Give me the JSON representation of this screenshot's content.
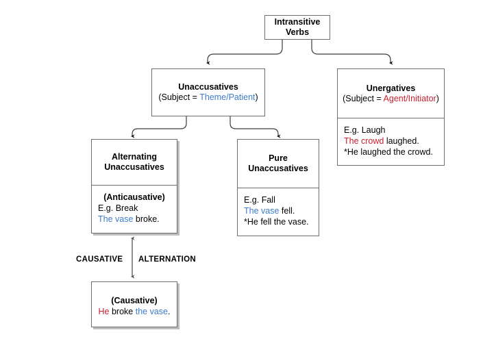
{
  "diagram": {
    "title": "Intransitive Verbs taxonomy",
    "colors": {
      "blue": "#3d7cc9",
      "red": "#c8202e",
      "box_border": "#6d6d6d",
      "shadow": "#bdbdbd"
    }
  },
  "nodes": {
    "root": {
      "title_line1": "Intransitive",
      "title_line2": "Verbs"
    },
    "unaccusatives": {
      "title_line1": "Unaccusatives",
      "subject_prefix": "(Subject = ",
      "subject_role": "Theme/Patient",
      "subject_suffix": ")"
    },
    "unergatives": {
      "title_line1": "Unergatives",
      "subject_prefix": "(Subject = ",
      "subject_role": "Agent/Initiator",
      "subject_suffix": ")",
      "example_label": "E.g. Laugh",
      "example_good_np": "The crowd",
      "example_good_rest": " laughed.",
      "example_bad": "*He laughed the crowd."
    },
    "alternating": {
      "title_line1": "Alternating",
      "title_line2": "Unaccusatives",
      "kind": "(Anticausative)",
      "example_label": "E.g. Break",
      "example_np": "The vase",
      "example_rest": " broke."
    },
    "pure": {
      "title_line1": "Pure",
      "title_line2": "Unaccusatives",
      "example_label": "E.g. Fall",
      "example_np": "The vase",
      "example_rest": " fell.",
      "example_bad": "*He fell the vase."
    },
    "causative": {
      "kind": "(Causative)",
      "subject": "He",
      "verb": " broke ",
      "object": "the vase",
      "period": "."
    }
  },
  "edges": {
    "alternation_left": "CAUSATIVE",
    "alternation_right": "ALTERNATION"
  }
}
